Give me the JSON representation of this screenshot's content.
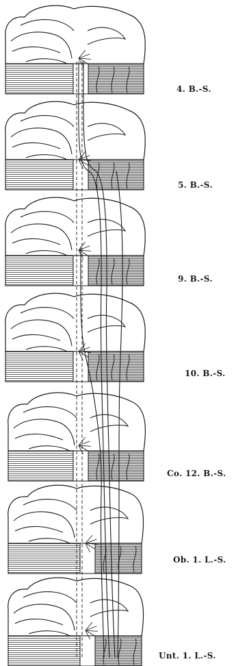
{
  "segments": [
    {
      "label": "4. B.-S."
    },
    {
      "label": "5. B.-S."
    },
    {
      "label": "9. B.-S."
    },
    {
      "label": "10. B.-S."
    },
    {
      "label": "Co. 12. B.-S."
    },
    {
      "label": "Ob. 1. L.-S."
    },
    {
      "label": "Unt. 1. L.-S."
    }
  ],
  "colors": {
    "ink": "#1a1a1a",
    "paper": "#ffffff"
  }
}
